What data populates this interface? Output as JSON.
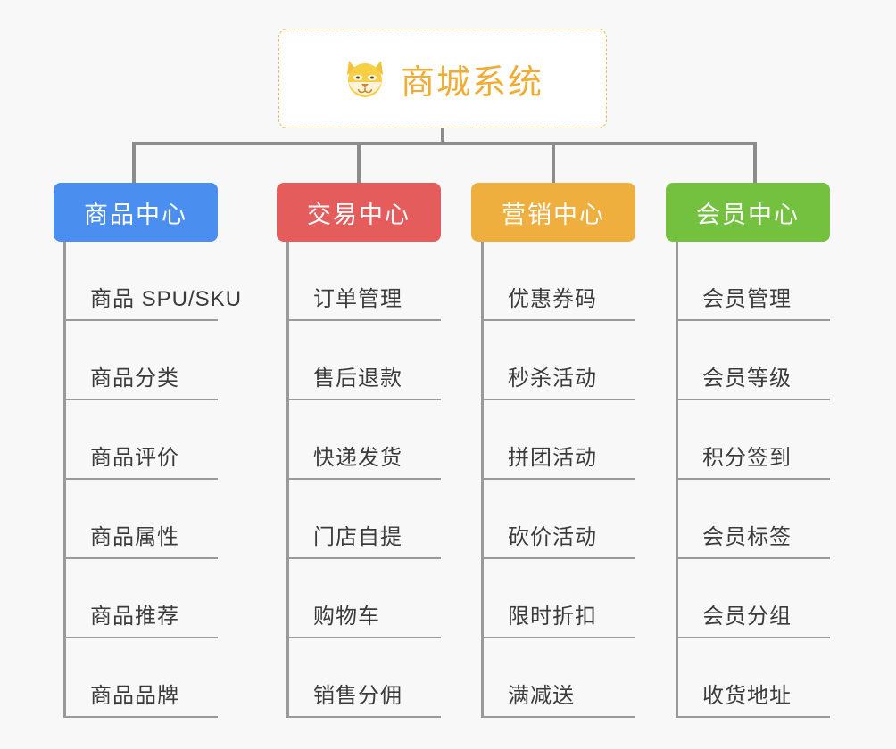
{
  "page": {
    "background_color": "#f8f8f8",
    "line_color": "#8c8c8c"
  },
  "root": {
    "icon": "dog-face-icon",
    "title": "商城系统",
    "text_color": "#f0ad36",
    "border_color": "#e8b963",
    "background_color": "#ffffff"
  },
  "categories": [
    {
      "label": "商品中心",
      "color": "#4a8ef0",
      "items": [
        "商品 SPU/SKU",
        "商品分类",
        "商品评价",
        "商品属性",
        "商品推荐",
        "商品品牌"
      ]
    },
    {
      "label": "交易中心",
      "color": "#e45c5c",
      "items": [
        "订单管理",
        "售后退款",
        "快递发货",
        "门店自提",
        "购物车",
        "销售分佣"
      ]
    },
    {
      "label": "营销中心",
      "color": "#efaf3f",
      "items": [
        "优惠券码",
        "秒杀活动",
        "拼团活动",
        "砍价活动",
        "限时折扣",
        "满减送"
      ]
    },
    {
      "label": "会员中心",
      "color": "#73c13f",
      "items": [
        "会员管理",
        "会员等级",
        "积分签到",
        "会员标签",
        "会员分组",
        "收货地址"
      ]
    }
  ]
}
